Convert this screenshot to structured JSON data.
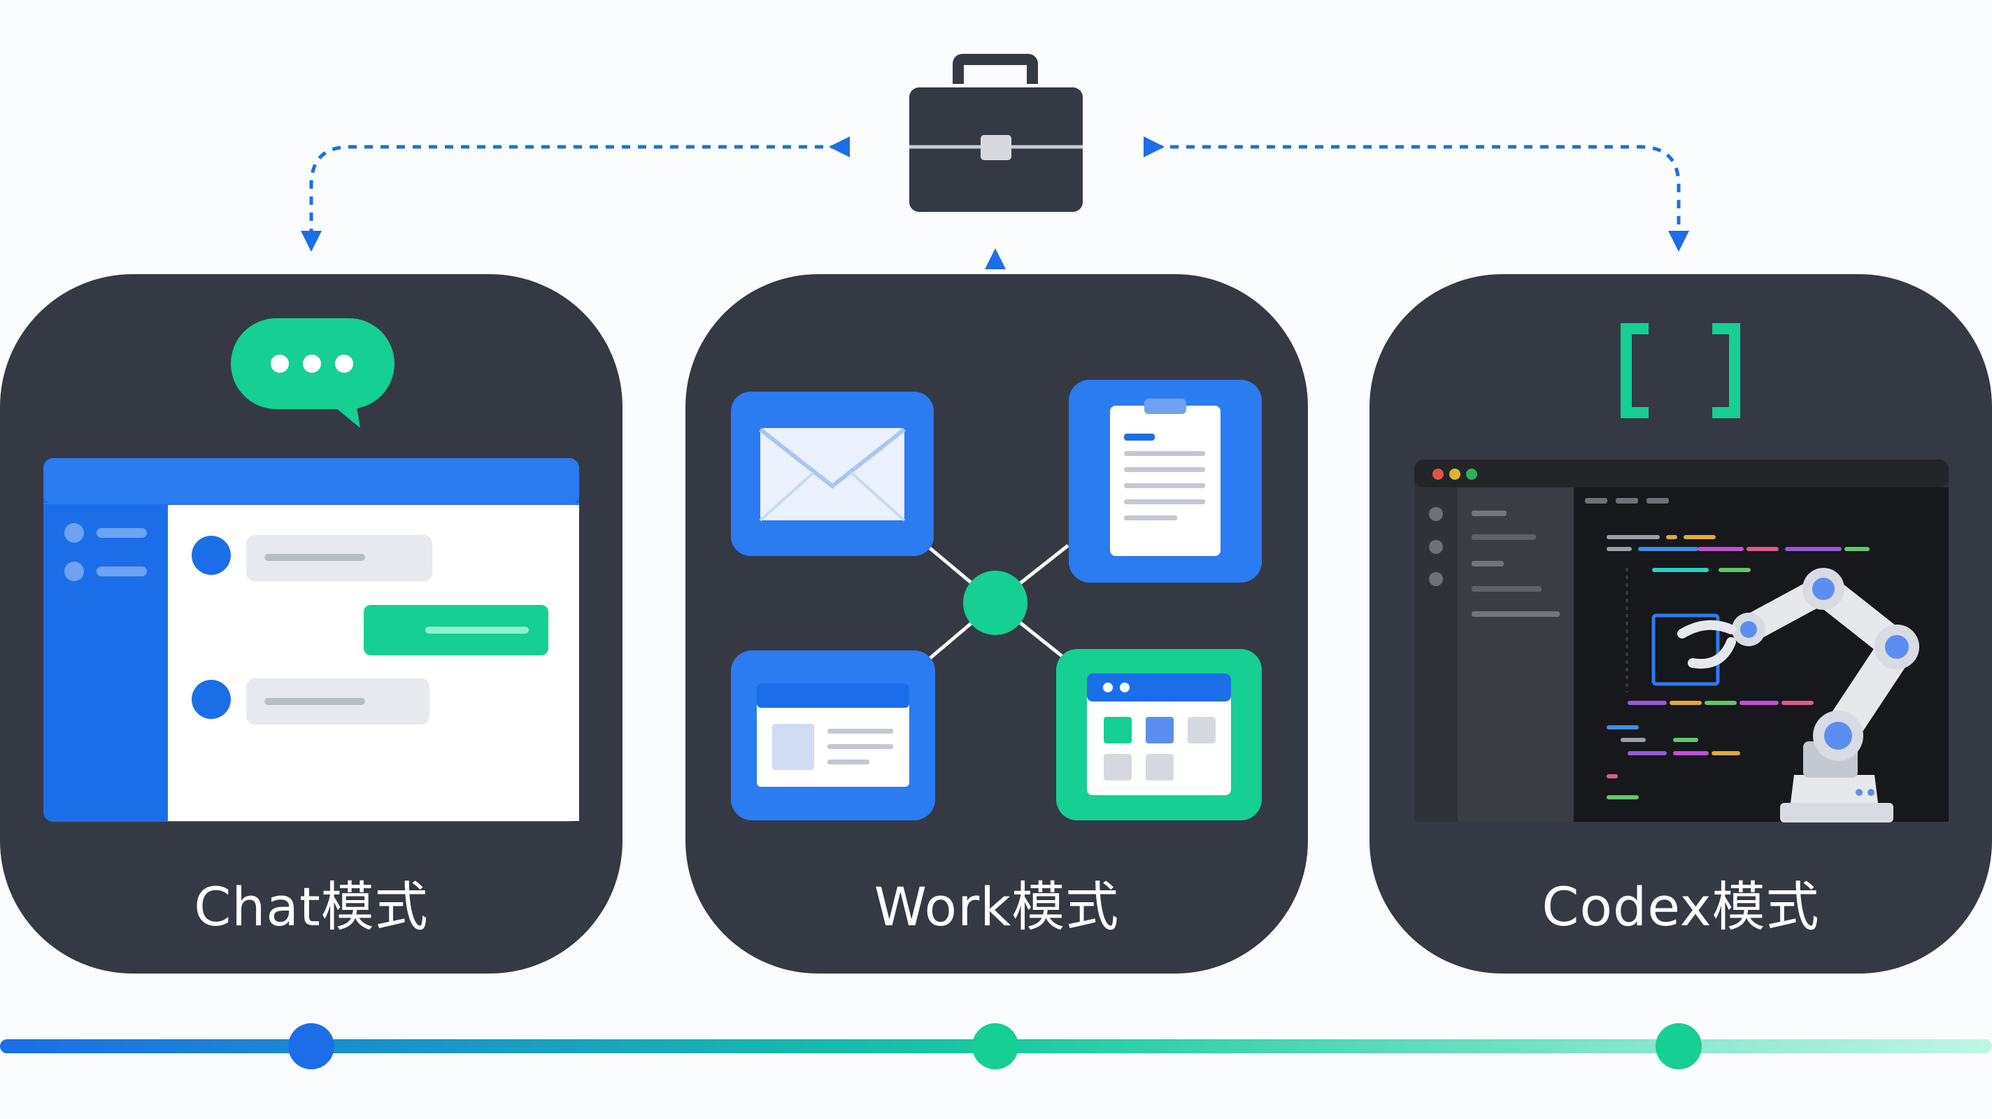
{
  "modes": [
    {
      "id": "chat",
      "label": "Chat模式"
    },
    {
      "id": "work",
      "label": "Work模式"
    },
    {
      "id": "codex",
      "label": "Codex模式"
    }
  ],
  "hub": {
    "icon": "briefcase-icon"
  },
  "colors": {
    "card": "#353944",
    "blue": "#1c6ee8",
    "green": "#16cf92",
    "timeline_start": "#1a6ee8",
    "timeline_end": "#8ff2d2"
  },
  "icons": {
    "chat": [
      "chat-bubble-icon",
      "chat-window-icon"
    ],
    "work": [
      "mail-icon",
      "clipboard-icon",
      "browser-icon",
      "dashboard-icon"
    ],
    "codex": [
      "code-brackets-icon",
      "code-editor-icon",
      "robot-arm-icon"
    ]
  }
}
